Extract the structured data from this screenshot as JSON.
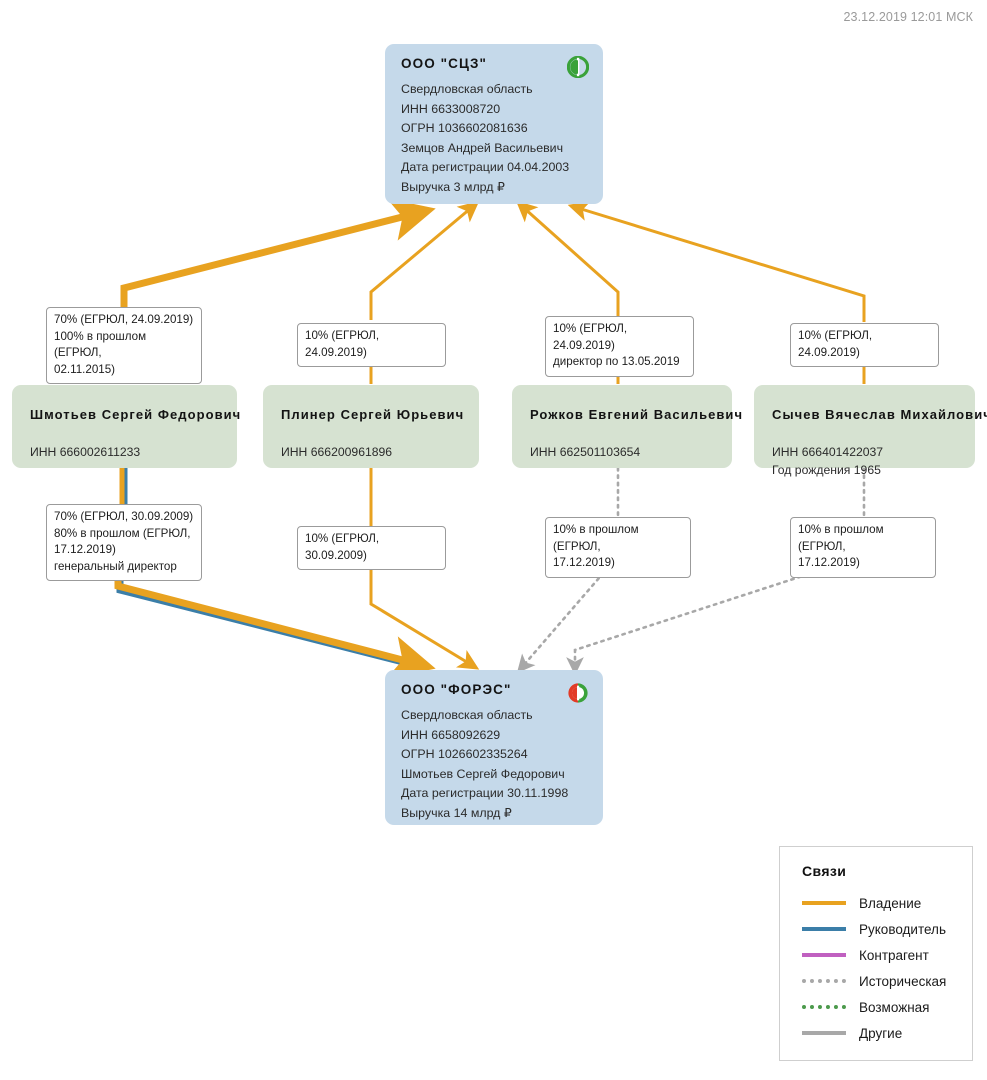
{
  "timestamp": "23.12.2019 12:01 МСК",
  "colors": {
    "ownership": "#e8a220",
    "director": "#3b7ea8",
    "counterparty": "#c060c0",
    "historical": "#a8a8a8",
    "possible": "#4c9a4c",
    "other": "#a8a8a8",
    "company_bg": "#c5d9ea",
    "person_bg": "#d6e2d1",
    "logo_green": "#3aa23a",
    "logo_red": "#e23b27"
  },
  "companies": [
    {
      "id": "scz",
      "title": "ООО  \"СЦЗ\"",
      "logo": "company-logo-green",
      "lines": [
        "Свердловская область",
        "ИНН 6633008720",
        "ОГРН 1036602081636",
        "Земцов Андрей Васильевич",
        "Дата регистрации 04.04.2003",
        "Выручка 3 млрд ₽"
      ]
    },
    {
      "id": "fores",
      "title": "ООО  \"ФОРЭС\"",
      "logo": "company-logo-red-green",
      "lines": [
        "Свердловская область",
        "ИНН 6658092629",
        "ОГРН 1026602335264",
        "Шмотьев Сергей Федорович",
        "Дата регистрации 30.11.1998",
        "Выручка 14 млрд ₽"
      ]
    }
  ],
  "people": [
    {
      "id": "shmotyev",
      "name": "Шмотьев  Сергей  Федорович",
      "lines": [
        "ИНН 666002611233"
      ]
    },
    {
      "id": "pliner",
      "name": "Плинер  Сергей  Юрьевич",
      "lines": [
        "ИНН 666200961896"
      ]
    },
    {
      "id": "rozhkov",
      "name": "Рожков  Евгений  Васильевич",
      "lines": [
        "ИНН 662501103654"
      ]
    },
    {
      "id": "sychev",
      "name": "Сычев  Вячеслав  Михайлович",
      "lines": [
        "ИНН 666401422037",
        "Год рождения 1965"
      ]
    }
  ],
  "edge_labels": [
    {
      "id": "l1",
      "text": "70% (ЕГРЮЛ, 24.09.2019)\n100% в прошлом (ЕГРЮЛ,\n02.11.2015)"
    },
    {
      "id": "l2",
      "text": "10% (ЕГРЮЛ, 24.09.2019)"
    },
    {
      "id": "l3",
      "text": "10% (ЕГРЮЛ, 24.09.2019)\nдиректор по 13.05.2019"
    },
    {
      "id": "l4",
      "text": "10% (ЕГРЮЛ, 24.09.2019)"
    },
    {
      "id": "l5",
      "text": "70% (ЕГРЮЛ, 30.09.2009)\n80% в прошлом (ЕГРЮЛ,\n17.12.2019)\nгенеральный директор"
    },
    {
      "id": "l6",
      "text": "10% (ЕГРЮЛ, 30.09.2009)"
    },
    {
      "id": "l7",
      "text": "10% в прошлом (ЕГРЮЛ,\n17.12.2019)"
    },
    {
      "id": "l8",
      "text": "10% в прошлом (ЕГРЮЛ,\n17.12.2019)"
    }
  ],
  "legend": {
    "title": "Связи",
    "items": [
      {
        "label": "Владение",
        "color": "#e8a220",
        "style": "solid"
      },
      {
        "label": "Руководитель",
        "color": "#3b7ea8",
        "style": "solid"
      },
      {
        "label": "Контрагент",
        "color": "#c060c0",
        "style": "solid"
      },
      {
        "label": "Историческая",
        "color": "#a8a8a8",
        "style": "dotted"
      },
      {
        "label": "Возможная",
        "color": "#4c9a4c",
        "style": "dotted"
      },
      {
        "label": "Другие",
        "color": "#a8a8a8",
        "style": "solid"
      }
    ]
  }
}
